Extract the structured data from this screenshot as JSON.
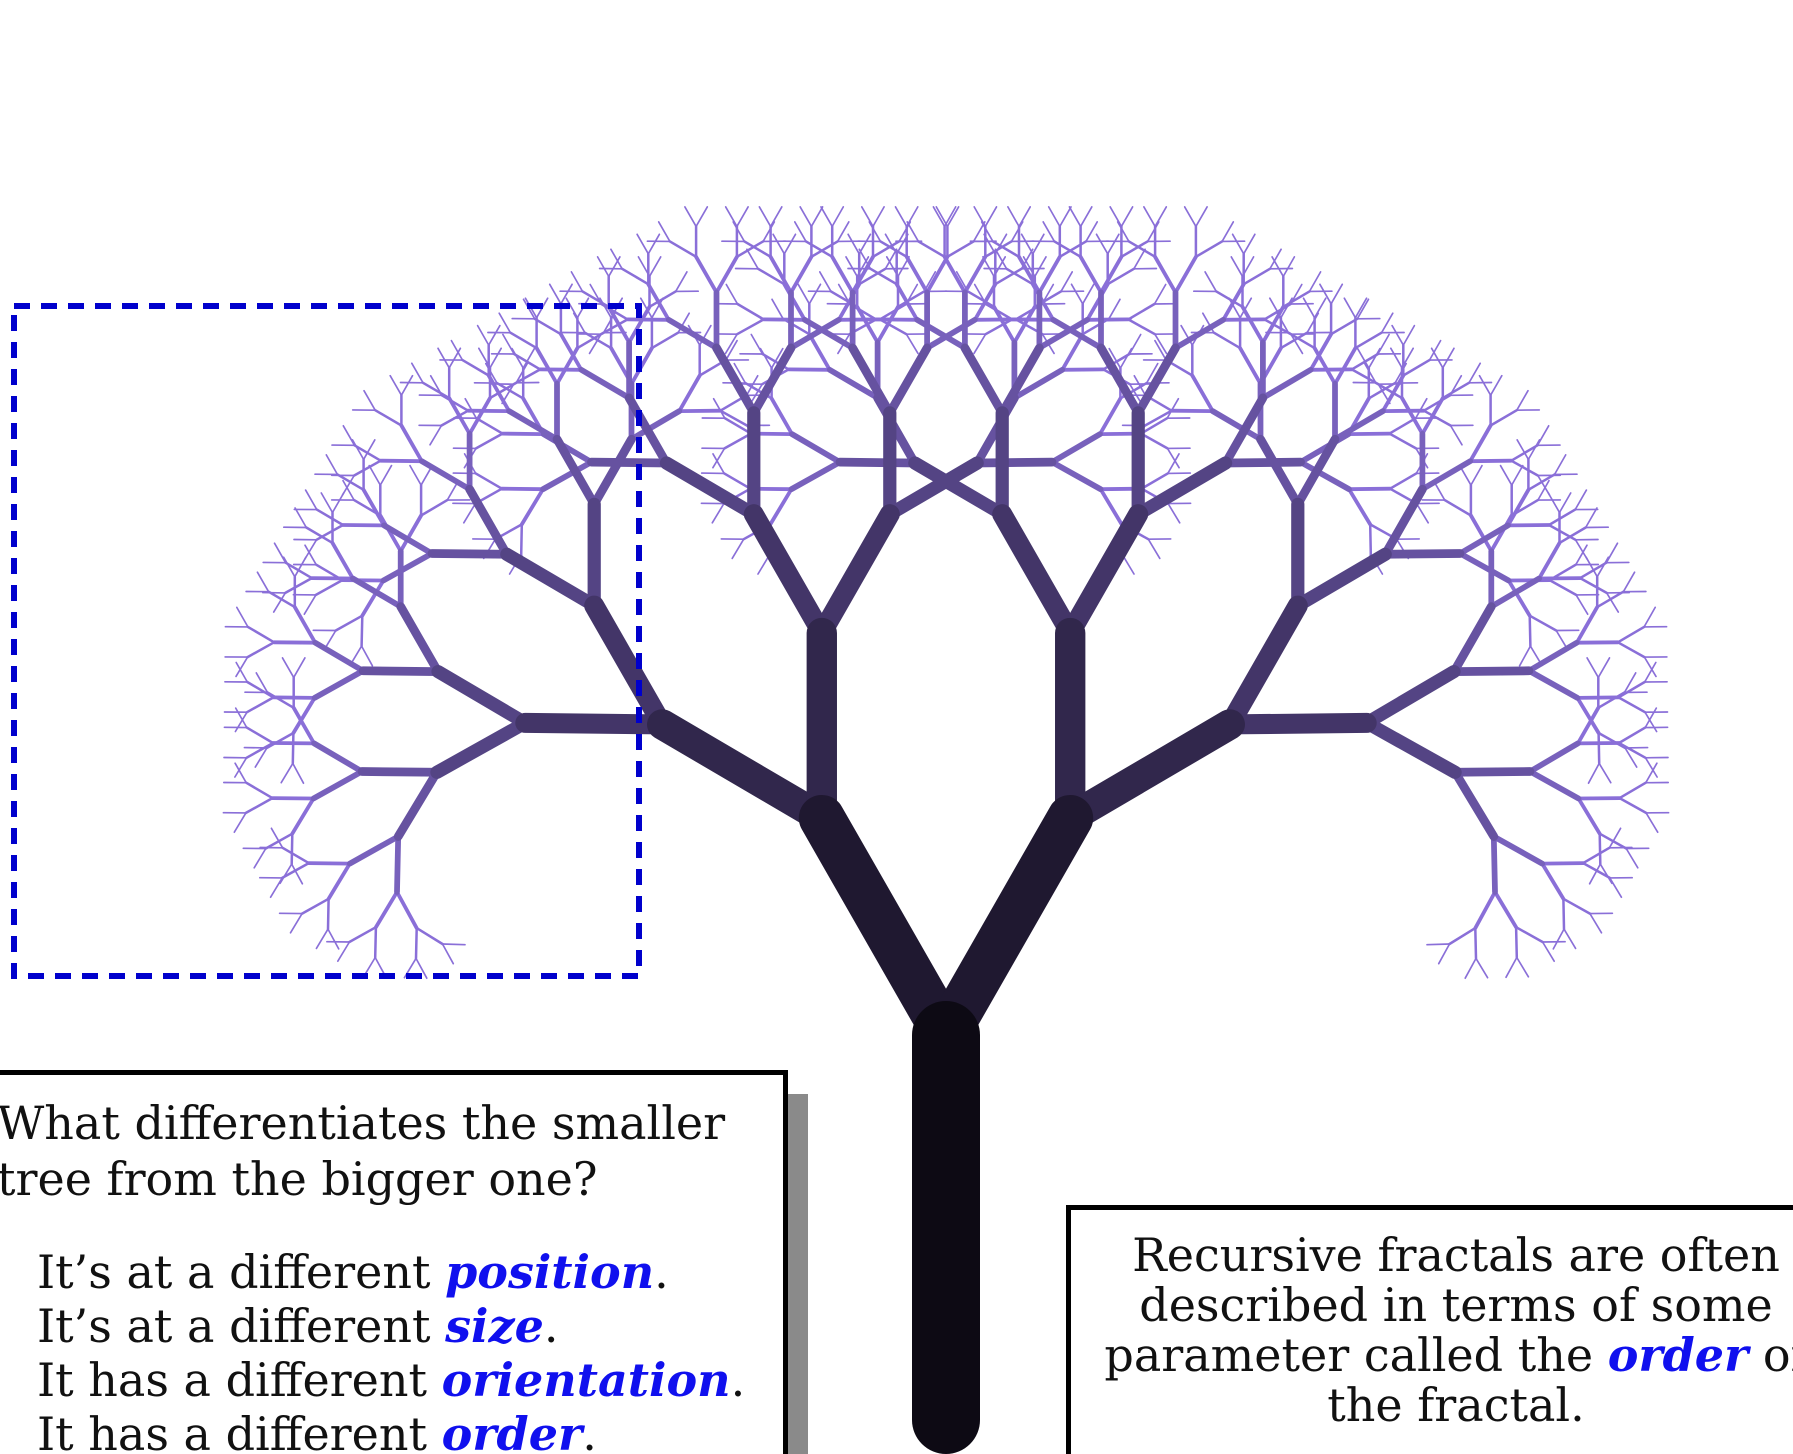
{
  "question": {
    "text": "What differentiates the smaller tree from the bigger one?",
    "items": [
      {
        "before": "It’s at a different ",
        "keyword": "position",
        "after": "."
      },
      {
        "before": "It’s at a different ",
        "keyword": "size",
        "after": "."
      },
      {
        "before": "It has a different ",
        "keyword": "orientation",
        "after": "."
      },
      {
        "before": "It has a different ",
        "keyword": "order",
        "after": "."
      }
    ]
  },
  "note": {
    "line1": "Recursive fractals are often",
    "line2": "described in terms of some",
    "line3_before": "parameter called the ",
    "line3_keyword": "order",
    "line3_after": " of",
    "line4": "the fractal."
  },
  "colors": {
    "trunk": "#0d0a14",
    "leaf": "#8a6fd8",
    "highlight_box": "#0000cc",
    "keyword": "#1010ee"
  }
}
